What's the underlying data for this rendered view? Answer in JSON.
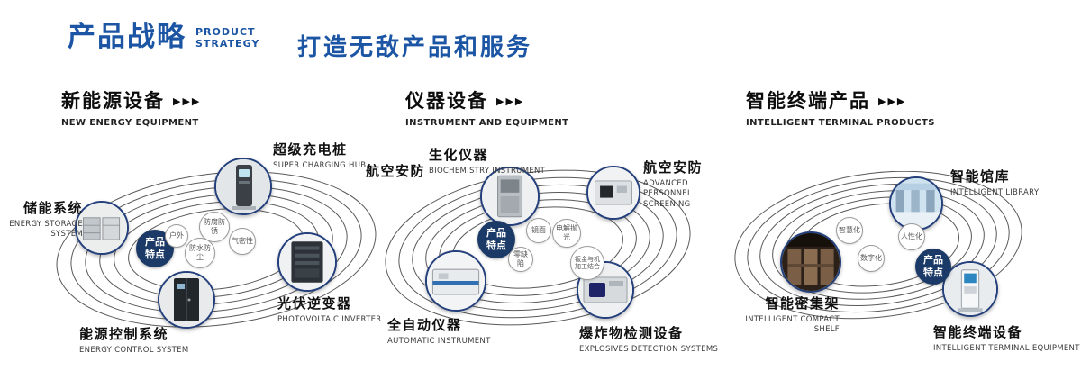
{
  "header": {
    "title_cn": "产品战略",
    "title_en_line1": "PRODUCT",
    "title_en_line2": "STRATEGY",
    "subtitle": "打造无敌产品和服务"
  },
  "colors": {
    "brand_blue": "#1b55a4",
    "badge_navy": "#1b3a67",
    "node_ring_blue": "#24407c"
  },
  "sections": [
    {
      "title_cn": "新能源设备",
      "title_en": "NEW ENERGY EQUIPMENT",
      "arrows": "▶▶▶",
      "badge_label": "产品特点",
      "features": [
        "户外",
        "防腐防锈",
        "气密性",
        "防水防尘"
      ],
      "products": [
        {
          "name_cn": "超级充电桩",
          "name_en": "SUPER CHARGING HUB",
          "image": "charging-pile"
        },
        {
          "name_cn": "储能系统",
          "name_en": "ENERGY STORAGE SYSTEM",
          "image": "energy-storage"
        },
        {
          "name_cn": "光伏逆变器",
          "name_en": "PHOTOVOLTAIC INVERTER",
          "image": "pv-inverter"
        },
        {
          "name_cn": "能源控制系统",
          "name_en": "ENERGY CONTROL SYSTEM",
          "image": "energy-control-cabinet"
        }
      ]
    },
    {
      "title_cn": "仪器设备",
      "title_en": "INSTRUMENT AND EQUIPMENT",
      "arrows": "▶▶▶",
      "badge_label": "产品特点",
      "extra_label": "航空安防",
      "features": [
        "镜面",
        "电解抛光",
        "零缺陷",
        "钣金与机加工结合"
      ],
      "products": [
        {
          "name_cn": "生化仪器",
          "name_en": "BIOCHEMISTRY INSTRUMENT",
          "image": "biochemistry-instrument"
        },
        {
          "name_cn": "航空安防",
          "name_en": "ADVANCED PERSONNEL SCREENING",
          "image": "personnel-screening"
        },
        {
          "name_cn": "全自动仪器",
          "name_en": "AUTOMATIC INSTRUMENT",
          "image": "automatic-instrument"
        },
        {
          "name_cn": "爆炸物检测设备",
          "name_en": "EXPLOSIVES DETECTION SYSTEMS",
          "image": "explosives-detector"
        }
      ]
    },
    {
      "title_cn": "智能终端产品",
      "title_en": "INTELLIGENT TERMINAL PRODUCTS",
      "arrows": "▶▶▶",
      "badge_label": "产品特点",
      "features": [
        "智慧化",
        "人性化",
        "数字化"
      ],
      "products": [
        {
          "name_cn": "智能馆库",
          "name_en": "INTELLIGENT LIBRARY",
          "image": "intelligent-library"
        },
        {
          "name_cn": "智能密集架",
          "name_en": "INTELLIGENT COMPACT SHELF",
          "image": "compact-shelf"
        },
        {
          "name_cn": "智能终端设备",
          "name_en": "INTELLIGENT TERMINAL EQUIPMENT",
          "image": "terminal-kiosk"
        }
      ]
    }
  ]
}
